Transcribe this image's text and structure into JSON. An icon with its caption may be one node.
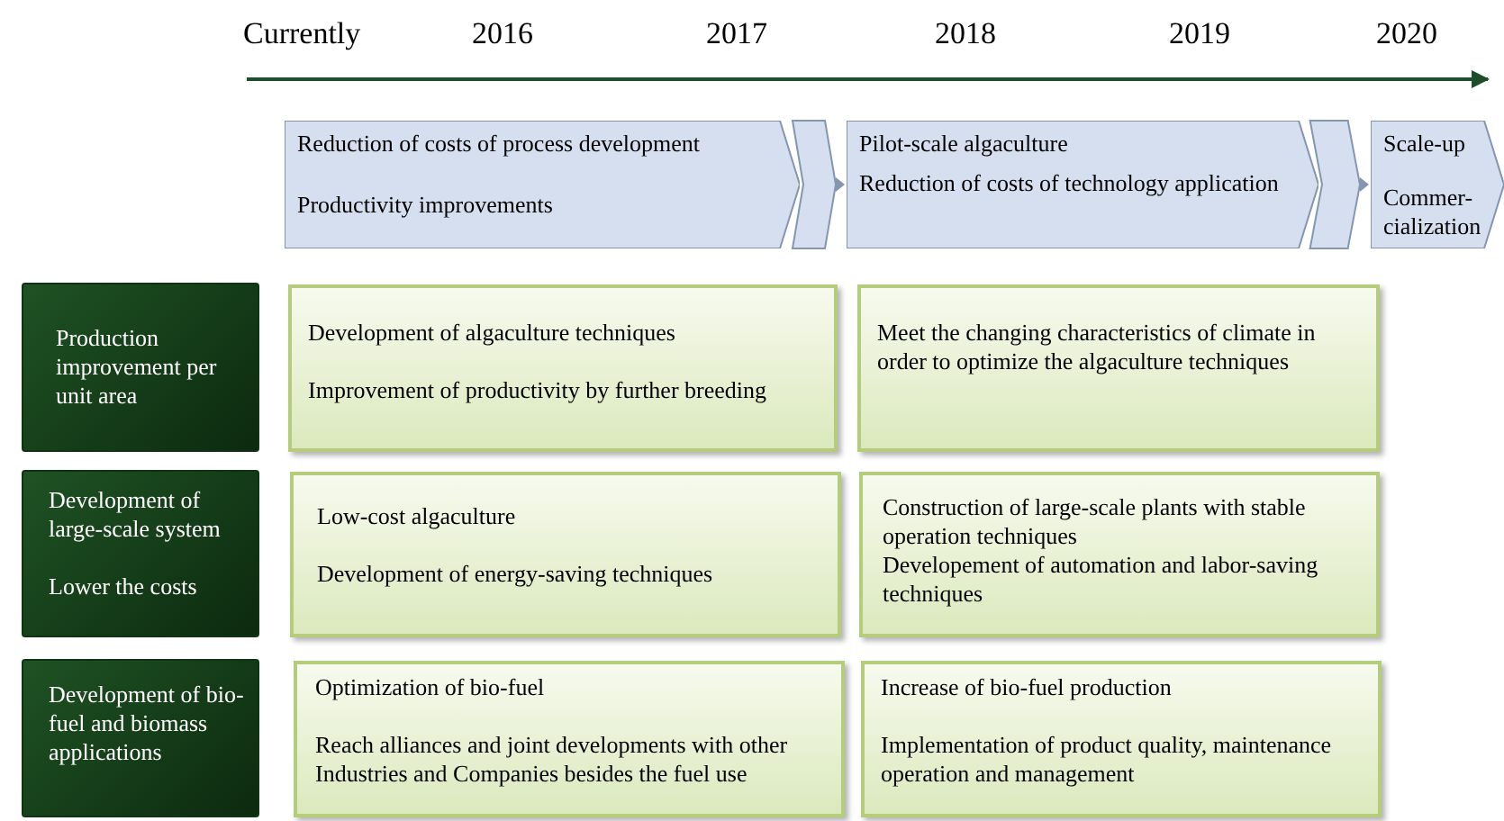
{
  "diagram": {
    "nodes": [
      {
        "text": [
          "Reduction of costs of process development",
          "Productivity improvements"
        ]
      },
      {
        "text": [
          "Pilot-scale algaculture",
          "Reduction of costs of technology application"
        ]
      },
      {
        "text": [
          "Scale-up",
          "Commer-cialization"
        ]
      },
      {
        "text": [
          "Production improvement per unit area"
        ]
      },
      {
        "text": [
          "Development of algaculture techniques",
          "Improvement of productivity by further breeding"
        ]
      },
      {
        "text": [
          "Meet the changing characteristics of climate in order to optimize the algaculture techniques"
        ]
      },
      {
        "text": [
          "Development of large-scale system",
          "Lower the costs"
        ]
      },
      {
        "text": [
          "Low-cost algaculture",
          "Development of energy-saving techniques"
        ]
      },
      {
        "text": [
          "Construction of large-scale plants with stable operation techniques",
          "Developement of automation and labor-saving techniques"
        ]
      },
      {
        "text": [
          "Development of bio-fuel and biomass applications"
        ]
      },
      {
        "text": [
          "Optimization of bio-fuel",
          "Reach alliances and joint developments with other Industries and Companies besides the fuel use"
        ]
      },
      {
        "text": [
          "Increase of bio-fuel production",
          "Implementation of product quality, maintenance operation and management"
        ]
      }
    ],
    "edges": [
      {
        "from": 0,
        "to": 1,
        "arrow": "to"
      },
      {
        "from": 1,
        "to": 2,
        "arrow": "to"
      }
    ],
    "labels": [
      "Currently",
      "2016",
      "2017",
      "2018",
      "2019",
      "2020"
    ]
  }
}
